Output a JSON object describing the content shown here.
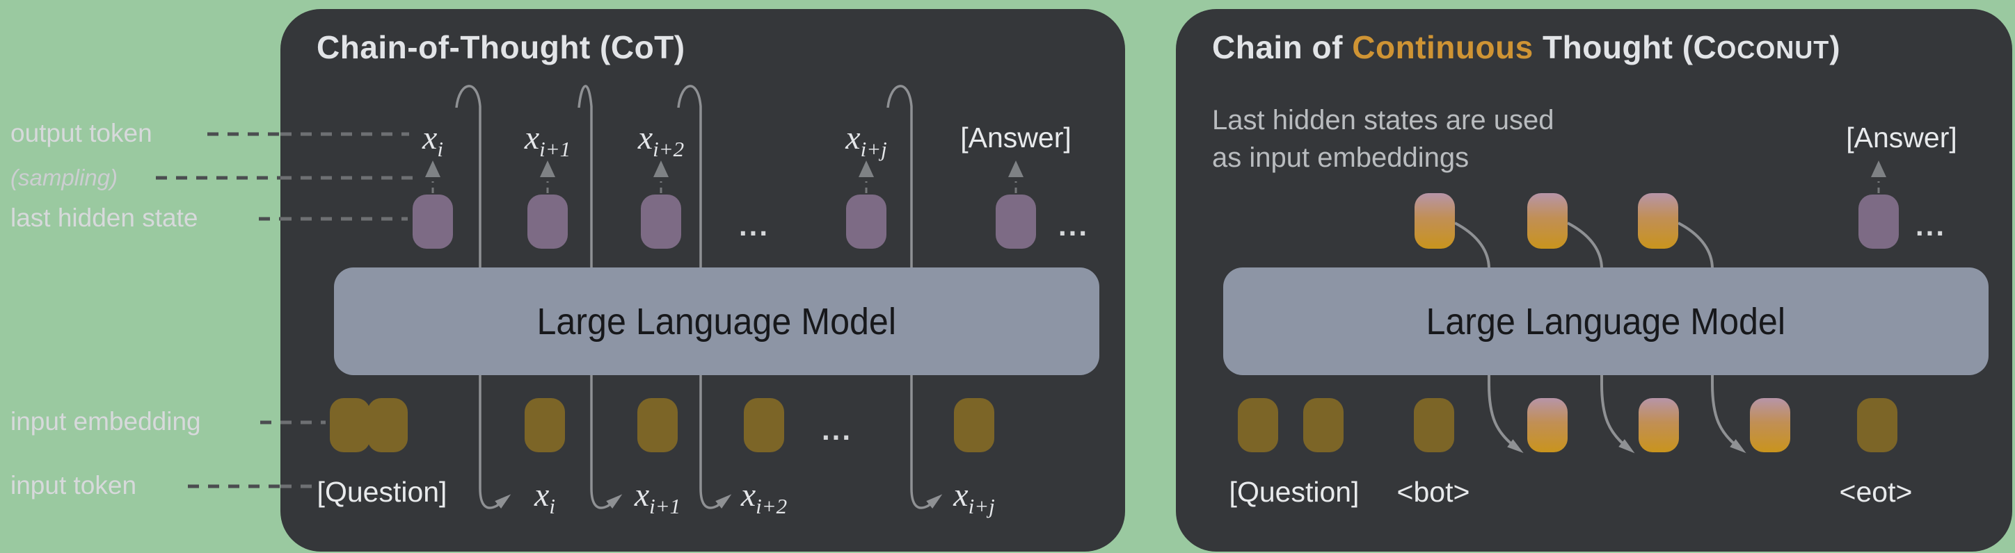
{
  "colors": {
    "background": "#9ac9a0",
    "panel": "#35373a",
    "llm_box": "#8d95a5",
    "purple_pill": "#7d6b85",
    "gold_pill": "#7c6527",
    "gradient_pill_top": "#b795a8",
    "gradient_pill_bottom": "#c9941d",
    "title_highlight": "#cf9434",
    "arrow_gray": "#8f9194"
  },
  "legend": {
    "output_token": "output token",
    "sampling": "(sampling)",
    "last_hidden_state": "last hidden state",
    "input_embedding": "input embedding",
    "input_token": "input token"
  },
  "cot": {
    "title": "Chain-of-Thought (CoT)",
    "llm_label": "Large Language Model",
    "answer_token": "[Answer]",
    "question_token": "[Question]",
    "ellipsis": "...",
    "top_tokens": [
      {
        "base": "x",
        "sub": "i"
      },
      {
        "base": "x",
        "sub": "i+1"
      },
      {
        "base": "x",
        "sub": "i+2"
      },
      {
        "base": "x",
        "sub": "i+j"
      }
    ],
    "bottom_tokens": [
      {
        "base": "x",
        "sub": "i"
      },
      {
        "base": "x",
        "sub": "i+1"
      },
      {
        "base": "x",
        "sub": "i+2"
      },
      {
        "base": "x",
        "sub": "i+j"
      }
    ]
  },
  "coconut": {
    "title_prefix": "Chain of ",
    "title_highlight": "Continuous",
    "title_mid": " Thought (C",
    "title_smallcaps": "OCONUT",
    "title_suffix": ")",
    "subtitle_line1": "Last hidden states are used",
    "subtitle_line2": "as input embeddings",
    "llm_label": "Large Language Model",
    "answer_token": "[Answer]",
    "question_token": "[Question]",
    "bot_token": "<bot>",
    "eot_token": "<eot>",
    "ellipsis": "..."
  }
}
